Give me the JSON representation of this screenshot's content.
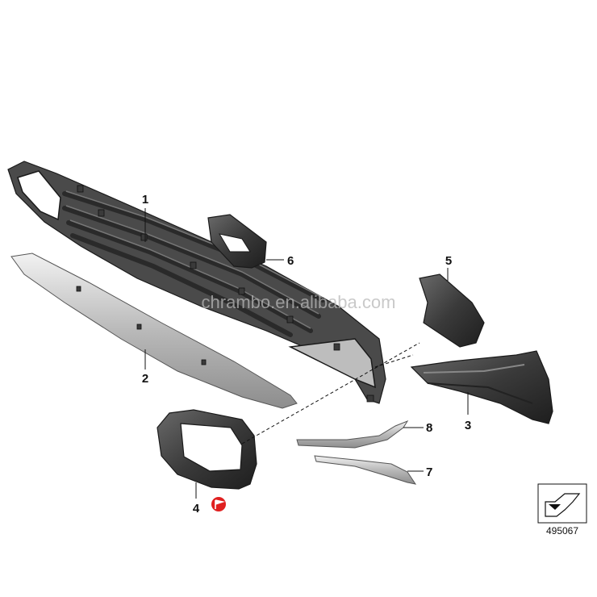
{
  "diagram": {
    "watermark": "chrambo.en.alibaba.com",
    "document_number": "495067",
    "callouts": [
      {
        "id": "1",
        "label": "1"
      },
      {
        "id": "2",
        "label": "2"
      },
      {
        "id": "3",
        "label": "3"
      },
      {
        "id": "4",
        "label": "4"
      },
      {
        "id": "5",
        "label": "5"
      },
      {
        "id": "6",
        "label": "6"
      },
      {
        "id": "7",
        "label": "7"
      },
      {
        "id": "8",
        "label": "8"
      }
    ],
    "icons": {
      "note_marker": "red-flag-icon",
      "reference_box": "view-direction-arrow-icon"
    },
    "colors": {
      "background": "#ffffff",
      "part_dark": "#3c3c3c",
      "part_chrome": "#c8c8c8",
      "note_marker": "#e02020"
    }
  }
}
